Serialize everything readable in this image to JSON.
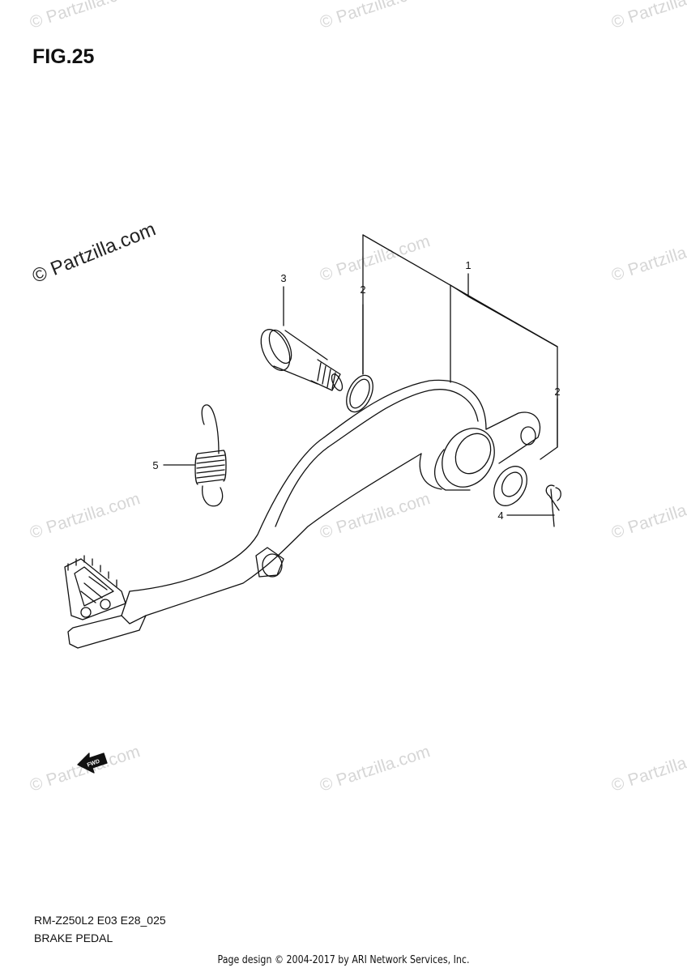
{
  "figure": {
    "title": "FIG.25"
  },
  "watermark": {
    "text": "© Partzilla.com"
  },
  "callouts": {
    "c1": "1",
    "c2a": "2",
    "c2b": "2",
    "c3": "3",
    "c4": "4",
    "c5": "5"
  },
  "fwd_label": "FWD",
  "caption": {
    "code": "RM-Z250L2 E03 E28_025",
    "name": "BRAKE PEDAL"
  },
  "footer": "Page design © 2004-2017 by ARI Network Services, Inc."
}
